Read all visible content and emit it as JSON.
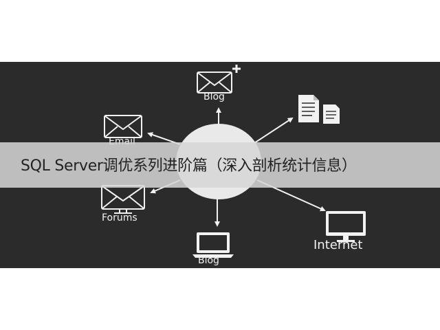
{
  "banner": {
    "title": "SQL Server调优系列进阶篇（深入剖析统计信息）"
  },
  "diagram": {
    "nodes": [
      {
        "id": "blog-top",
        "label": "Blog",
        "icon": "envelope-plus-icon"
      },
      {
        "id": "documents",
        "label": "",
        "icon": "documents-icon"
      },
      {
        "id": "email",
        "label": "Email",
        "icon": "envelope-icon"
      },
      {
        "id": "forums",
        "label": "Forums",
        "icon": "envelope-monitor-icon"
      },
      {
        "id": "blog-bottom",
        "label": "Blog",
        "icon": "laptop-icon"
      },
      {
        "id": "internet",
        "label": "Internet",
        "icon": "monitor-icon"
      }
    ]
  },
  "colors": {
    "background": "#2b2b2b",
    "foreground": "#f2f2f2",
    "hub": "#e9e9e9",
    "banner": "#d6d6d6",
    "banner_text": "#222222"
  }
}
